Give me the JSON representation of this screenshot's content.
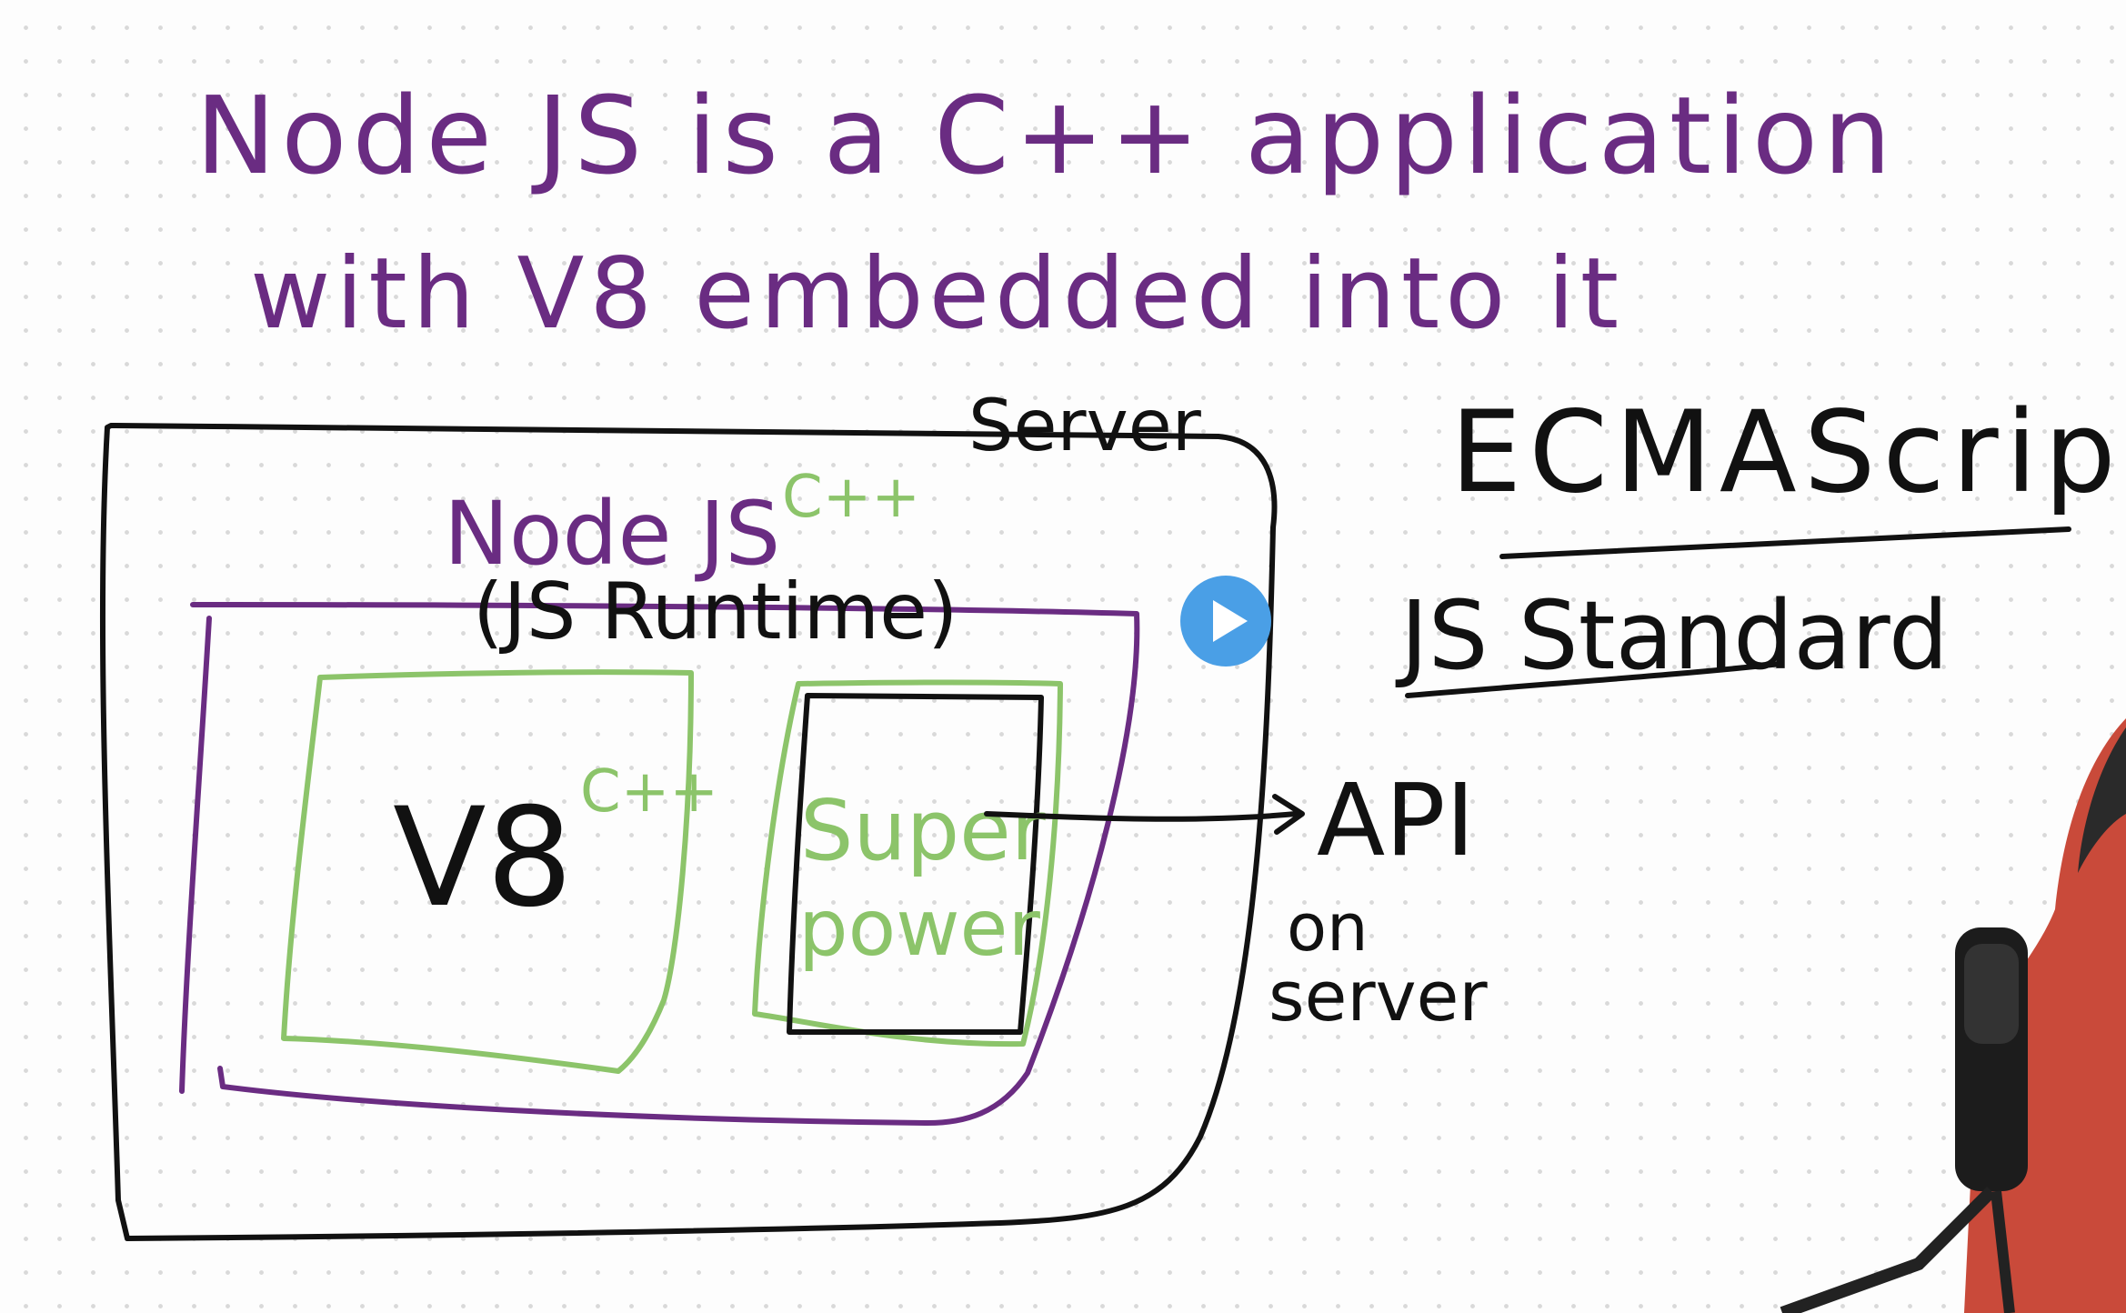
{
  "headline": {
    "line1": "Node JS is a C++ application",
    "line2": "with V8 embedded into it"
  },
  "diagram": {
    "server_label": "Server",
    "nodejs_label": "Node JS",
    "nodejs_lang": "C++",
    "runtime_label": "(JS Runtime)",
    "v8_label": "V8",
    "v8_lang": "C++",
    "superpower_line1": "Super",
    "superpower_line2": "power",
    "api_label": "API",
    "api_note_line1": "on",
    "api_note_line2": "server"
  },
  "side_notes": {
    "ecma": "ECMAScript",
    "standard": "JS Standard"
  },
  "player": {
    "play_icon": "play-icon"
  },
  "colors": {
    "purple_ink": "#6a2c82",
    "black_ink": "#111111",
    "green_ink": "#8cc46a",
    "play_button": "#4a9fe6"
  }
}
